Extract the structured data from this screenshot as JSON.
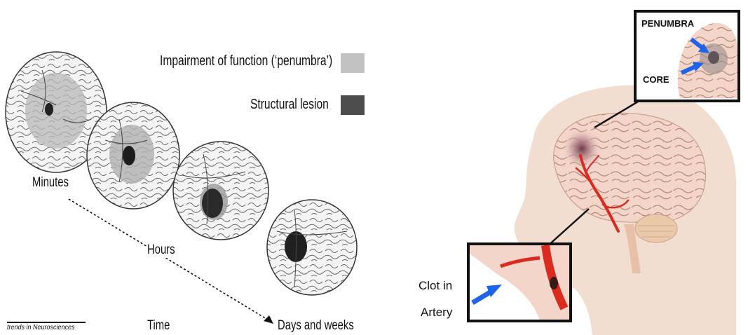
{
  "left_panel": {
    "legend": [
      {
        "label": "Impairment of function (‘penumbra’)",
        "swatch": "#c2c2c2"
      },
      {
        "label": "Structural lesion",
        "swatch": "#4d4d4d"
      }
    ],
    "timeline": {
      "stages": [
        "Minutes",
        "Hours",
        "Days and weeks"
      ],
      "axis_label": "Time"
    },
    "credit": "trends in Neurosciences"
  },
  "right_panel": {
    "inset_top": {
      "labels": [
        "PENUMBRA",
        "CORE"
      ]
    },
    "inset_bottom": {
      "label_line1": "Clot in",
      "label_line2": "Artery"
    },
    "colors": {
      "skin": "#f1ded0",
      "brain": "#f3d5c9",
      "vessel": "#d92b1f",
      "arrow": "#1f63e8",
      "frame": "#111111"
    }
  }
}
